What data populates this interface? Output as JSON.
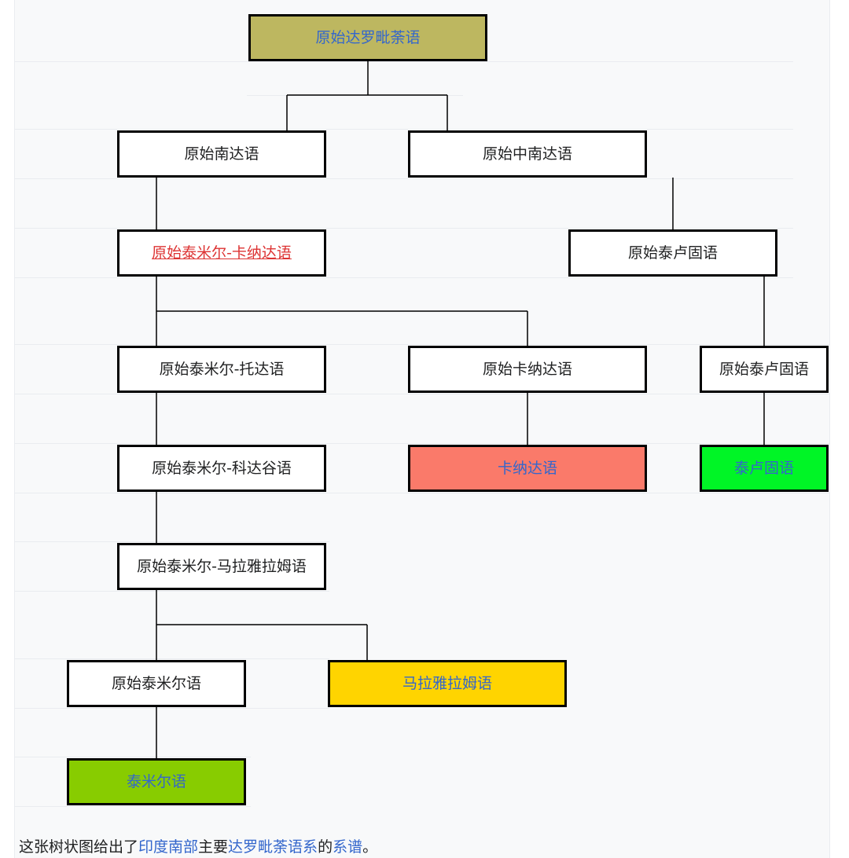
{
  "diagram": {
    "nodes": [
      {
        "id": "proto-dravidian",
        "label": "原始达罗毗荼语",
        "link": "blue",
        "fill": "#bdb760"
      },
      {
        "id": "proto-south",
        "label": "原始南达语",
        "link": "none",
        "fill": "#ffffff"
      },
      {
        "id": "proto-south-central",
        "label": "原始中南达语",
        "link": "none",
        "fill": "#ffffff"
      },
      {
        "id": "proto-tamil-kannada",
        "label": "原始泰米尔-卡纳达语",
        "link": "red",
        "fill": "#ffffff"
      },
      {
        "id": "proto-telugu-1",
        "label": "原始泰卢固语",
        "link": "none",
        "fill": "#ffffff"
      },
      {
        "id": "proto-tamil-toda",
        "label": "原始泰米尔-托达语",
        "link": "none",
        "fill": "#ffffff"
      },
      {
        "id": "proto-kannada",
        "label": "原始卡纳达语",
        "link": "none",
        "fill": "#ffffff"
      },
      {
        "id": "proto-telugu-2",
        "label": "原始泰卢固语",
        "link": "none",
        "fill": "#ffffff"
      },
      {
        "id": "proto-tamil-kodagu",
        "label": "原始泰米尔-科达谷语",
        "link": "none",
        "fill": "#ffffff"
      },
      {
        "id": "kannada",
        "label": "卡纳达语",
        "link": "blue",
        "fill": "#fa7a6a"
      },
      {
        "id": "telugu",
        "label": "泰卢固语",
        "link": "blue",
        "fill": "#00f526"
      },
      {
        "id": "proto-tamil-malayalam",
        "label": "原始泰米尔-马拉雅拉姆语",
        "link": "none",
        "fill": "#ffffff"
      },
      {
        "id": "proto-tamil",
        "label": "原始泰米尔语",
        "link": "none",
        "fill": "#ffffff"
      },
      {
        "id": "malayalam",
        "label": "马拉雅拉姆语",
        "link": "blue",
        "fill": "#ffd400"
      },
      {
        "id": "tamil",
        "label": "泰米尔语",
        "link": "blue",
        "fill": "#88cc00"
      }
    ],
    "edges": [
      [
        "proto-dravidian",
        "proto-south"
      ],
      [
        "proto-dravidian",
        "proto-south-central"
      ],
      [
        "proto-south",
        "proto-tamil-kannada"
      ],
      [
        "proto-south-central",
        "proto-telugu-1"
      ],
      [
        "proto-tamil-kannada",
        "proto-tamil-toda"
      ],
      [
        "proto-tamil-kannada",
        "proto-kannada"
      ],
      [
        "proto-telugu-1",
        "proto-telugu-2"
      ],
      [
        "proto-tamil-toda",
        "proto-tamil-kodagu"
      ],
      [
        "proto-kannada",
        "kannada"
      ],
      [
        "proto-telugu-2",
        "telugu"
      ],
      [
        "proto-tamil-kodagu",
        "proto-tamil-malayalam"
      ],
      [
        "proto-tamil-malayalam",
        "proto-tamil"
      ],
      [
        "proto-tamil-malayalam",
        "malayalam"
      ],
      [
        "proto-tamil",
        "tamil"
      ]
    ]
  },
  "caption": {
    "prefix": "这张树状图给出了",
    "link1": "印度南部",
    "mid1": "主要",
    "link2": "达罗毗荼语系",
    "mid2": "的",
    "link3": "系谱",
    "suffix": "。"
  },
  "colors": {
    "link": "#3366cc",
    "redlink": "#dd3333",
    "border": "#000000"
  }
}
